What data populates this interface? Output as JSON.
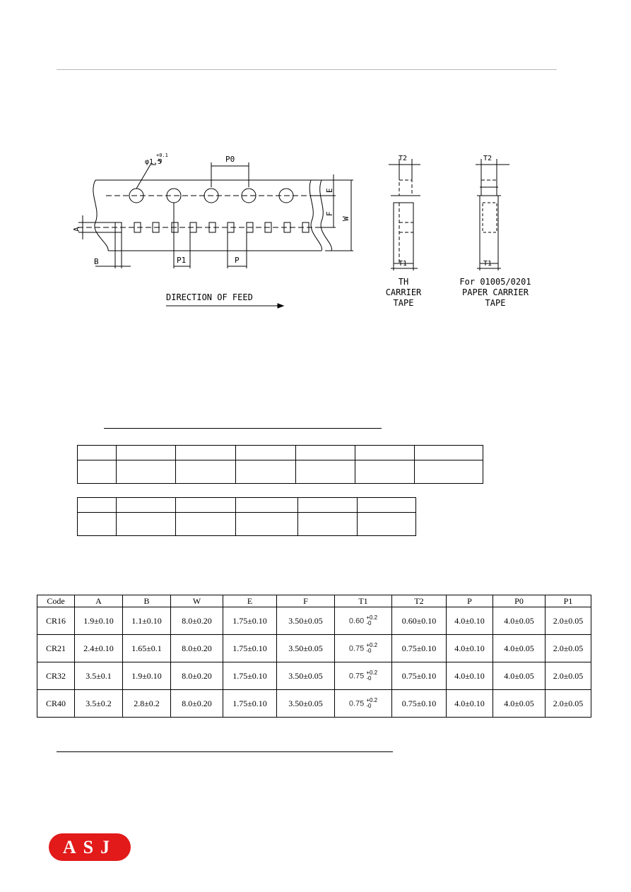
{
  "drawing": {
    "hole_diameter": "φ1.5",
    "hole_tol_plus": "+0.1",
    "hole_tol_minus": "-0",
    "labels": {
      "P0": "P0",
      "P1": "P1",
      "P": "P",
      "A": "A",
      "B": "B",
      "E": "E",
      "F": "F",
      "W": "W",
      "T1": "T1",
      "T2": "T2"
    },
    "direction": "DIRECTION OF FEED",
    "th_caption": [
      "TH",
      "CARRIER",
      "TAPE"
    ],
    "paper_caption": [
      "For 01005/0201",
      "PAPER CARRIER",
      "TAPE"
    ]
  },
  "table": {
    "headers": [
      "Code",
      "A",
      "B",
      "W",
      "E",
      "F",
      "T1",
      "T2",
      "P",
      "P0",
      "P1"
    ],
    "t1_tol_plus": "+0.2",
    "t1_tol_minus": "-0",
    "rows": [
      {
        "code": "CR16",
        "a": "1.9±0.10",
        "b": "1.1±0.10",
        "w": "8.0±0.20",
        "e": "1.75±0.10",
        "f": "3.50±0.05",
        "t1": "0.60",
        "t2": "0.60±0.10",
        "p": "4.0±0.10",
        "p0": "4.0±0.05",
        "p1": "2.0±0.05"
      },
      {
        "code": "CR21",
        "a": "2.4±0.10",
        "b": "1.65±0.1",
        "w": "8.0±0.20",
        "e": "1.75±0.10",
        "f": "3.50±0.05",
        "t1": "0.75",
        "t2": "0.75±0.10",
        "p": "4.0±0.10",
        "p0": "4.0±0.05",
        "p1": "2.0±0.05"
      },
      {
        "code": "CR32",
        "a": "3.5±0.1",
        "b": "1.9±0.10",
        "w": "8.0±0.20",
        "e": "1.75±0.10",
        "f": "3.50±0.05",
        "t1": "0.75",
        "t2": "0.75±0.10",
        "p": "4.0±0.10",
        "p0": "4.0±0.05",
        "p1": "2.0±0.05"
      },
      {
        "code": "CR40",
        "a": "3.5±0.2",
        "b": "2.8±0.2",
        "w": "8.0±0.20",
        "e": "1.75±0.10",
        "f": "3.50±0.05",
        "t1": "0.75",
        "t2": "0.75±0.10",
        "p": "4.0±0.10",
        "p0": "4.0±0.05",
        "p1": "2.0±0.05"
      }
    ]
  },
  "logo": {
    "text": "ASJ",
    "color": "#e21a1a"
  }
}
